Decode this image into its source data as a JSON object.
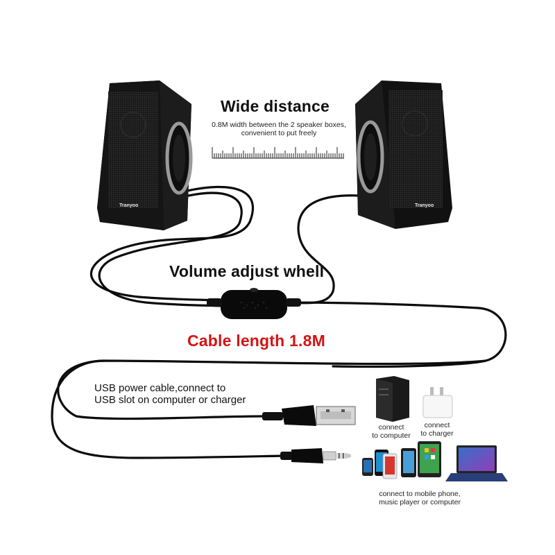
{
  "headline_distance": "Wide distance",
  "distance_note_line1": "0.8M width between the 2 speaker boxes,",
  "distance_note_line2": "convenient to put freely",
  "volume_label": "Volume adjust whell",
  "cable_length_label": "Cable length 1.8M",
  "usb_note_line1": "USB power cable,connect to",
  "usb_note_line2": "USB slot on computer or charger",
  "computer_line1": "connect",
  "computer_line2": "to computer",
  "charger_line1": "connect",
  "charger_line2": "to charger",
  "devices_line1": "connect to mobile phone,",
  "devices_line2": "music player or computer",
  "brand_left": "Tranyoo",
  "brand_right": "Tranyoo",
  "colors": {
    "speaker": "#151515",
    "cable": "#0c0c0c",
    "accent_red": "#d21414",
    "ring": "#9a9a9a"
  }
}
